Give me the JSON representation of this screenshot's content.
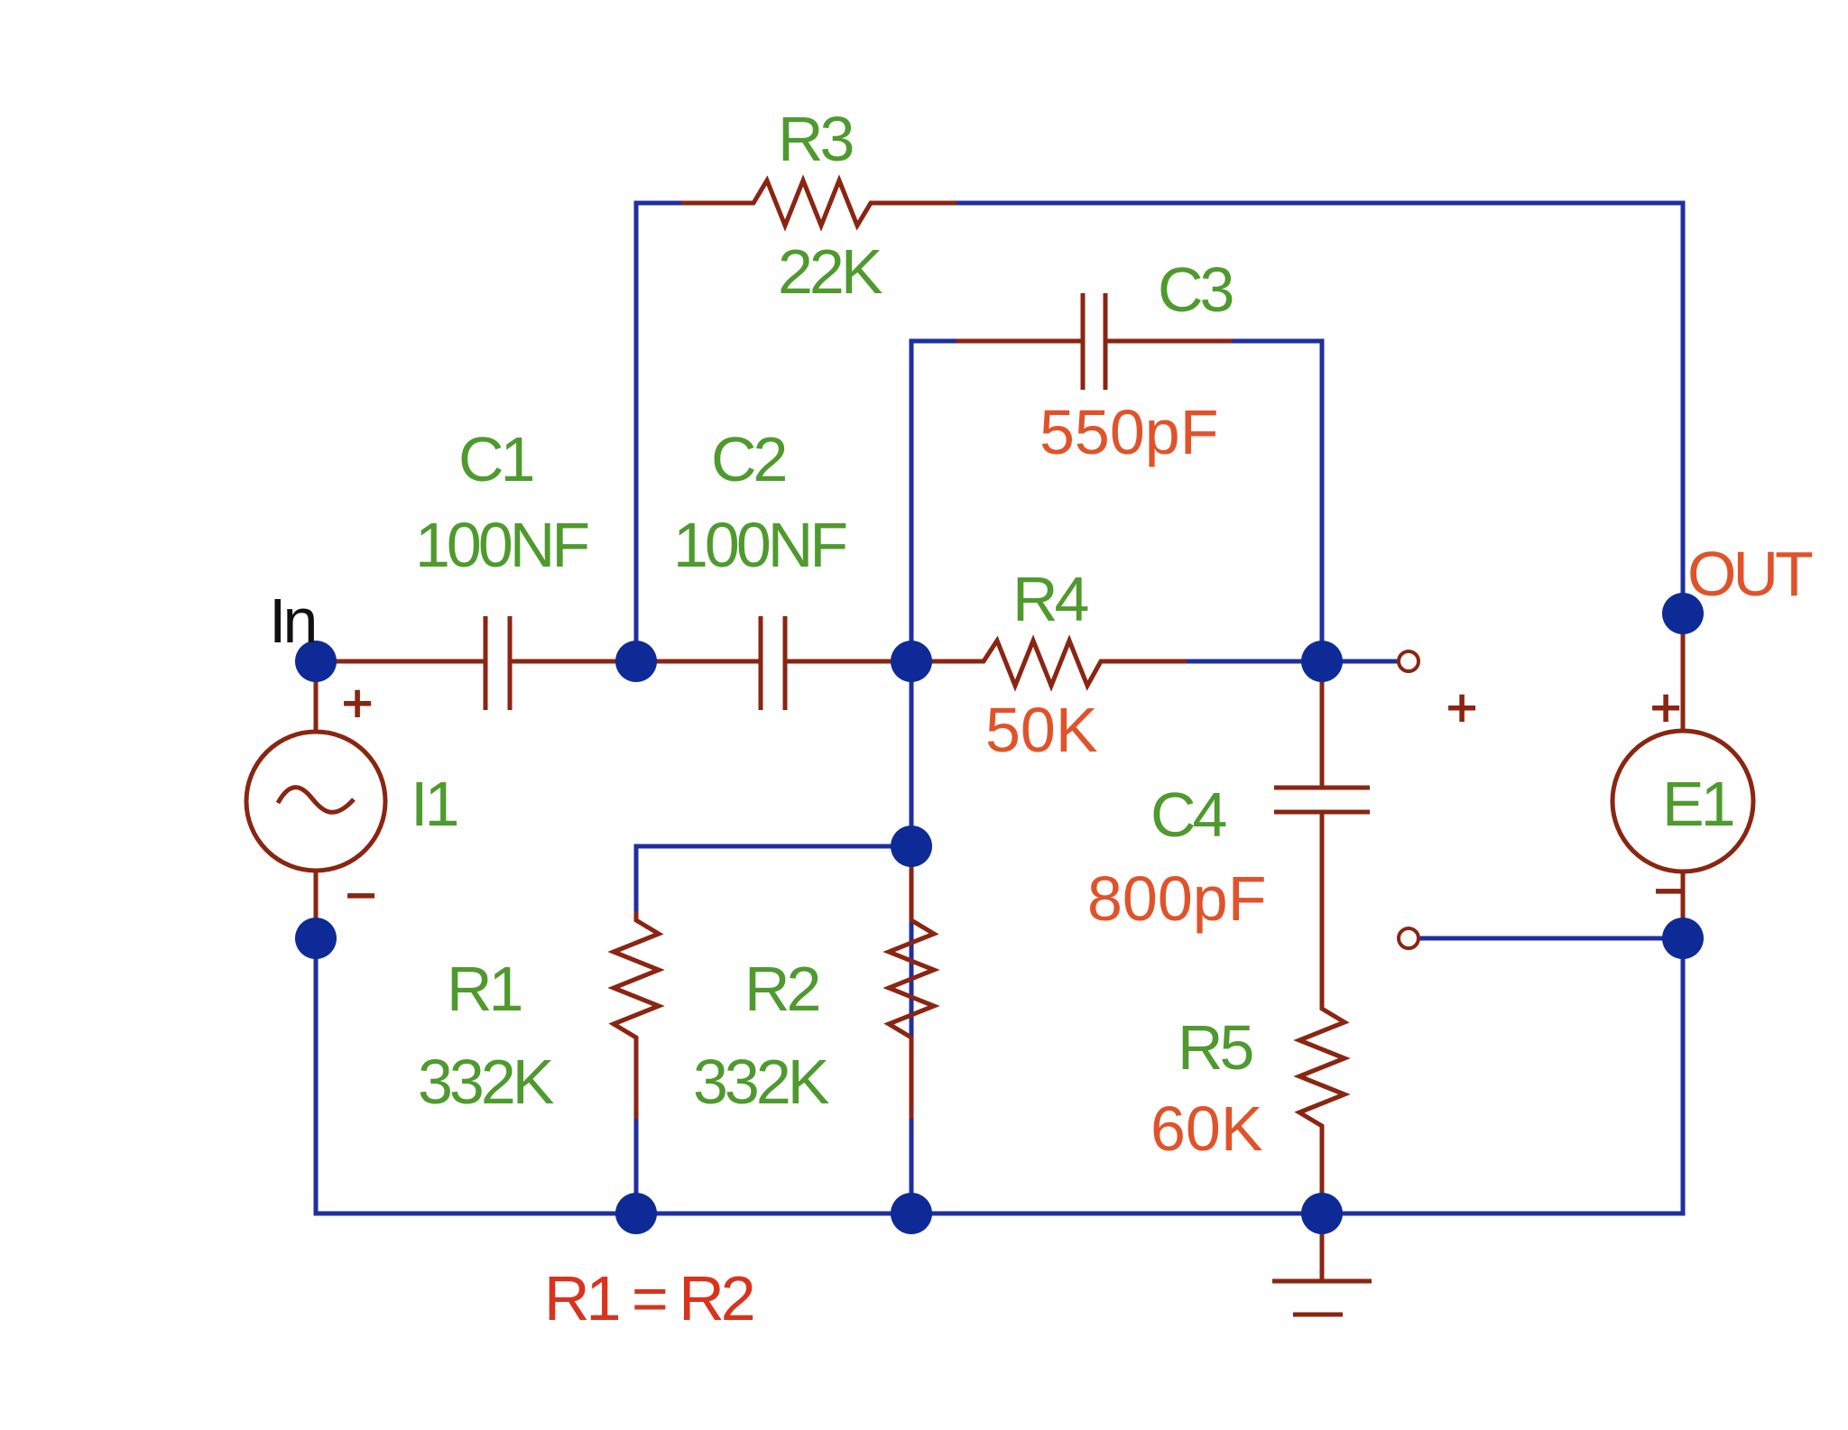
{
  "colors": {
    "wire": "#1f2fa0",
    "component": "#8a2512",
    "node": "#0d2a96",
    "label_green": "#4f9a2e",
    "value_orange": "#e0532a",
    "note_red": "#d8331f",
    "text_black": "#111111"
  },
  "ports": {
    "input": "In",
    "output": "OUT",
    "plus": "+",
    "minus": "−"
  },
  "components": {
    "c1": {
      "name": "C1",
      "value": "100NF"
    },
    "c2": {
      "name": "C2",
      "value": "100NF"
    },
    "c3": {
      "name": "C3",
      "value": "550pF"
    },
    "c4": {
      "name": "C4",
      "value": "800pF"
    },
    "r1": {
      "name": "R1",
      "value": "332K"
    },
    "r2": {
      "name": "R2",
      "value": "332K"
    },
    "r3": {
      "name": "R3",
      "value": "22K"
    },
    "r4": {
      "name": "R4",
      "value": "50K"
    },
    "r5": {
      "name": "R5",
      "value": "60K"
    },
    "i1": {
      "name": "I1",
      "symbol": "~"
    },
    "e1": {
      "name": "E1"
    }
  },
  "note": "R1 = R2"
}
